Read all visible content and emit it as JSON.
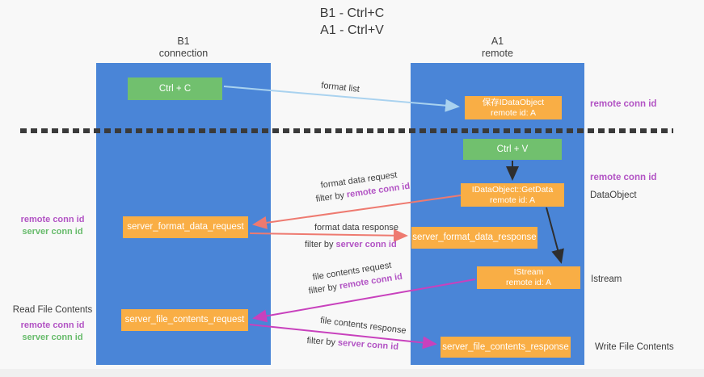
{
  "title": {
    "line1": "B1 - Ctrl+C",
    "line2": "A1 - Ctrl+V"
  },
  "columns": {
    "b1": {
      "name": "B1",
      "subtitle": "connection"
    },
    "a1": {
      "name": "A1",
      "subtitle": "remote"
    }
  },
  "nodes": {
    "ctrl_c": {
      "label": "Ctrl + C"
    },
    "save_dataobject": {
      "line1": "保存IDataObject",
      "line2": "remote id: A"
    },
    "ctrl_v": {
      "label": "Ctrl + V"
    },
    "getdata": {
      "line1": "IDataObject::GetData",
      "line2": "remote id: A"
    },
    "server_format_data_request": {
      "label": "server_format_data_request"
    },
    "server_format_data_response": {
      "label": "server_format_data_response"
    },
    "istream": {
      "line1": "IStream",
      "line2": "remote id: A"
    },
    "server_file_contents_request": {
      "label": "server_file_contents_request"
    },
    "server_file_contents_response": {
      "label": "server_file_contents_response"
    }
  },
  "flows": {
    "format_list": {
      "label": "format list"
    },
    "format_data_request": {
      "label": "format data request",
      "filter_prefix": "filter by ",
      "filter_key": "remote conn id"
    },
    "format_data_response": {
      "label": "format data response",
      "filter_prefix": "filter by ",
      "filter_key": "server conn id"
    },
    "file_contents_request": {
      "label": "file contents request",
      "filter_prefix": "filter by ",
      "filter_key": "remote conn id"
    },
    "file_contents_response": {
      "label": "file contents response",
      "filter_prefix": "filter by ",
      "filter_key": "server conn id"
    }
  },
  "side_labels": {
    "right_remote_conn_id_top": "remote conn id",
    "right_remote_conn_id_mid": "remote conn id",
    "dataobject": "DataObject",
    "istream": "Istream",
    "write_file_contents": "Write File Contents",
    "left_mid": {
      "remote": "remote conn id",
      "server": "server conn id"
    },
    "left_bottom": {
      "title": "Read File Contents",
      "remote": "remote conn id",
      "server": "server conn id"
    }
  },
  "colors": {
    "column_blue": "#4a85d7",
    "node_green": "#71c06e",
    "node_orange": "#f9ae45",
    "purple_text": "#b253c4",
    "green_text": "#67bb6b",
    "magenta_arrow": "#c841bd",
    "salmon_arrow": "#ee7a70",
    "lightblue_arrow": "#a9d2ef",
    "dash_line": "#3a3a3a"
  }
}
